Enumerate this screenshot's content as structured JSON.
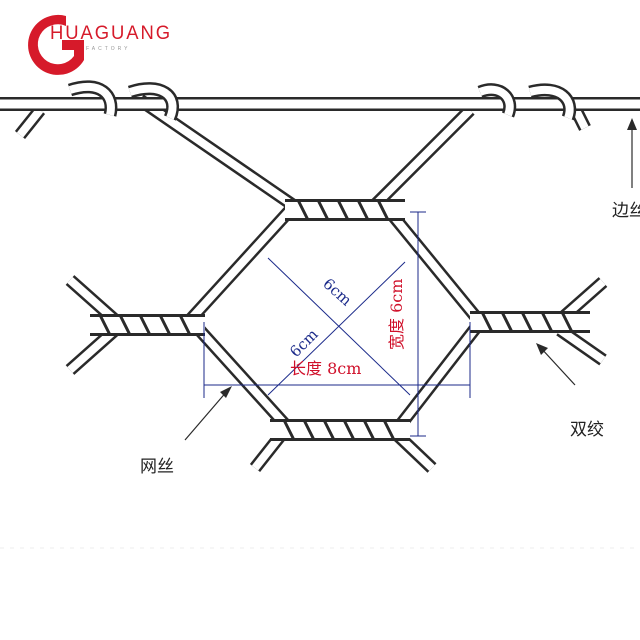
{
  "logo": {
    "name": "HUAGUANG",
    "subtitle": "FACTORY",
    "brand_color": "#d61a2a"
  },
  "labels": {
    "edge_wire": "边丝",
    "mesh_wire": "网丝",
    "double_twist": "双绞",
    "diag_upper": "6cm",
    "diag_lower": "6cm",
    "width": "宽度 6cm",
    "length": "长度 8cm"
  },
  "colors": {
    "wire_outline": "#2a2a2a",
    "dimension_blue": "#1b2a8a",
    "dimension_red": "#d0102a"
  }
}
